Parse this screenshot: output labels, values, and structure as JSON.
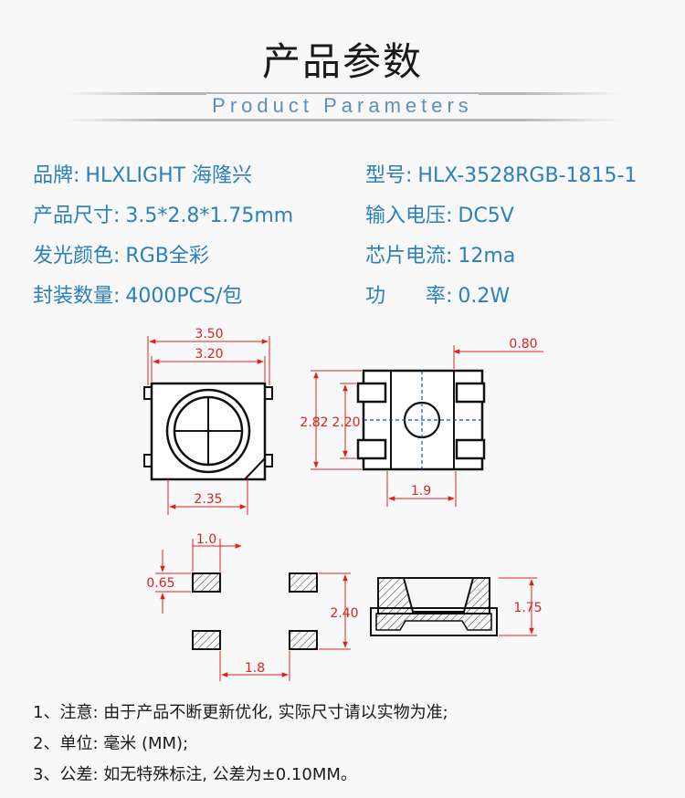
{
  "header": {
    "title": "产品参数",
    "subtitle": "Product Parameters"
  },
  "specs": [
    {
      "label": "品牌:",
      "value": "HLXLIGHT 海隆兴"
    },
    {
      "label": "型号:",
      "value": "HLX-3528RGB-1815-1"
    },
    {
      "label": "产品尺寸:",
      "value": "3.5*2.8*1.75mm"
    },
    {
      "label": "输入电压:",
      "value": "DC5V"
    },
    {
      "label": "发光颜色:",
      "value": "RGB全彩"
    },
    {
      "label": "芯片电流:",
      "value": "12ma"
    },
    {
      "label": "封装数量:",
      "value": "4000PCS/包"
    },
    {
      "label": "功　　率:",
      "value": "0.2W"
    }
  ],
  "drawing": {
    "top_width_outer": "3.50",
    "top_width_inner": "3.20",
    "bottom_width": "2.35",
    "lead_width": "0.80",
    "height_outer": "2.82",
    "height_inner": "2.20",
    "body_width": "1.9",
    "pad_width": "1.0",
    "pad_height": "0.65",
    "pad_span": "2.40",
    "pad_pitch": "1.8",
    "side_height": "1.75"
  },
  "notes": [
    "1、注意: 由于产品不断更新优化, 实际尺寸请以实物为准;",
    "2、单位: 毫米 (MM);",
    "3、公差: 如无特殊标注, 公差为±0.10MM。"
  ]
}
